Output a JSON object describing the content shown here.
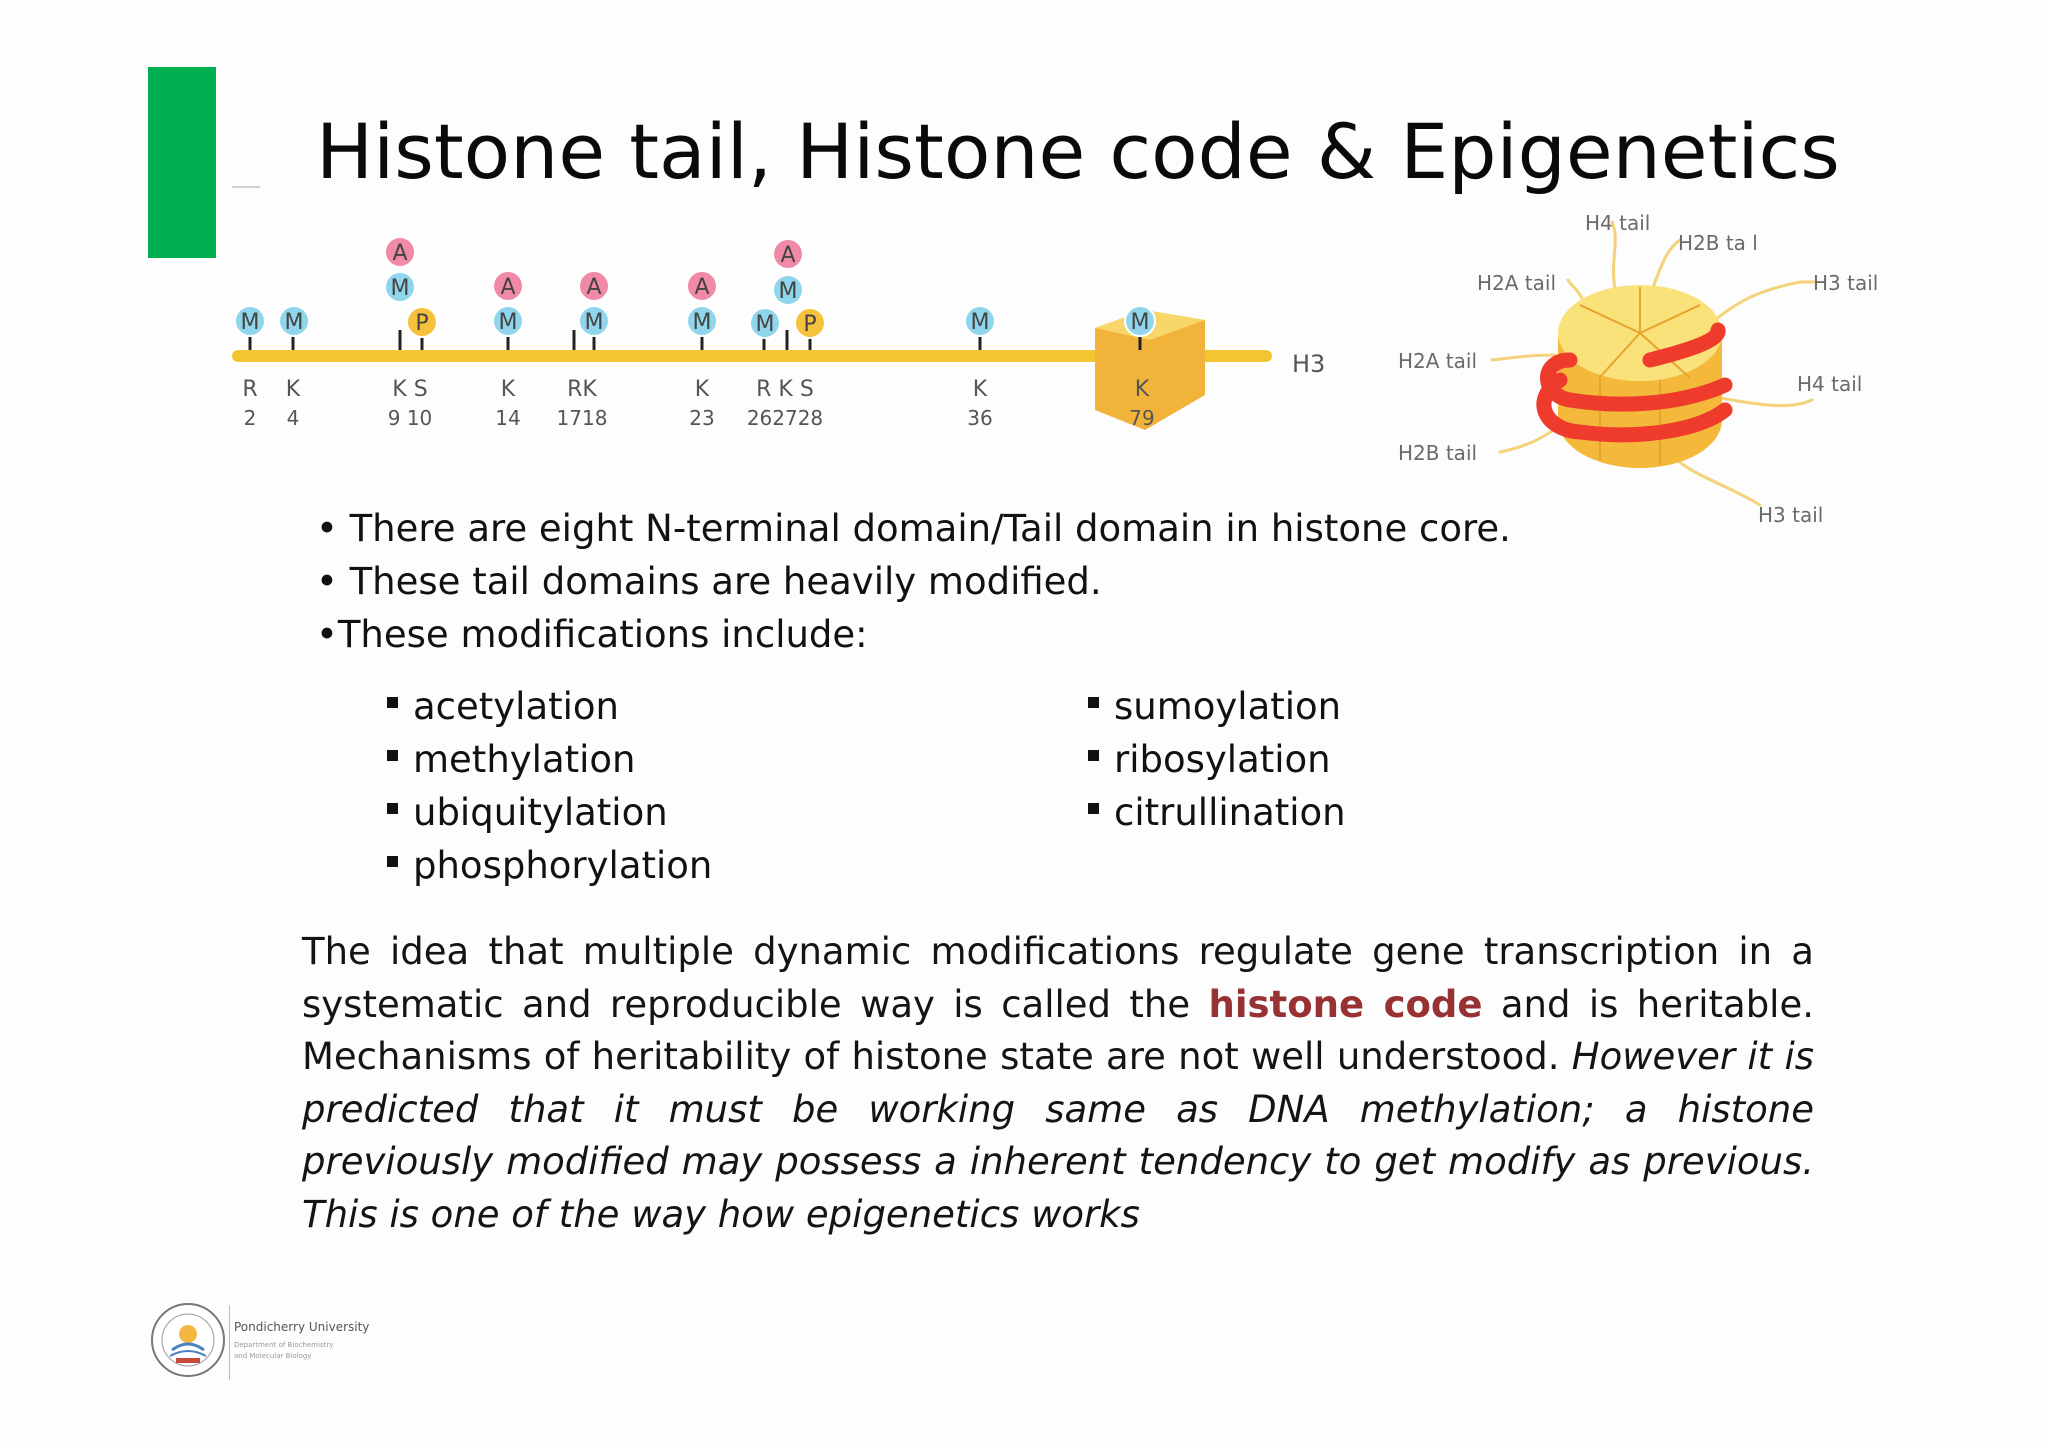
{
  "slide": {
    "title": "Histone tail, Histone code & Epigenetics",
    "accent_color": "#00b050"
  },
  "h3_figure": {
    "label": "H3",
    "colors": {
      "tail": "#f2c531",
      "acetyl": "#f08aa6",
      "methyl": "#8fd6ec",
      "phospho": "#f6c23e",
      "nucleosome": "#f2b33a"
    },
    "sites": [
      {
        "residue": "R",
        "number": "2",
        "marks": [
          "M"
        ]
      },
      {
        "residue": "K",
        "number": "4",
        "marks": [
          "M"
        ]
      },
      {
        "residue": "K S",
        "number": "9 10",
        "marks": [
          "A",
          "M",
          "P"
        ]
      },
      {
        "residue": "K",
        "number": "14",
        "marks": [
          "A",
          "M"
        ]
      },
      {
        "residue": "RK",
        "number": "1718",
        "marks": [
          "A",
          "M"
        ]
      },
      {
        "residue": "K",
        "number": "23",
        "marks": [
          "A",
          "M"
        ]
      },
      {
        "residue": "R K S",
        "number": "262728",
        "marks": [
          "A",
          "M",
          "M",
          "P"
        ]
      },
      {
        "residue": "K",
        "number": "36",
        "marks": [
          "M"
        ]
      },
      {
        "residue": "K",
        "number": "79",
        "marks": [
          "M"
        ]
      }
    ]
  },
  "nucleosome_figure": {
    "labels": {
      "h4_top": "H4 tail",
      "h2b_top": "H2B ta l",
      "h2a_top": "H2A tail",
      "h3_right": "H3 tail",
      "h2a_left": "H2A tail",
      "h4_right": "H4 tail",
      "h2b_left": "H2B tail",
      "h3_bottom": "H3 tail"
    },
    "colors": {
      "core": "#f6c43c",
      "dna": "#ee3b2b"
    }
  },
  "bullets": [
    "• There are eight N-terminal domain/Tail domain in histone core.",
    "• These tail domains are heavily modified.",
    "•These modifications include:"
  ],
  "modifications_left": [
    "acetylation",
    "methylation",
    "ubiquitylation",
    "phosphorylation"
  ],
  "modifications_right": [
    "sumoylation",
    "ribosylation",
    "citrullination"
  ],
  "paragraph": {
    "part1": "The idea that multiple dynamic modifications regulate gene transcription in a systematic and reproducible way is called the ",
    "highlight": "histone code",
    "part2": " and is heritable. Mechanisms of heritability of histone state are not well understood. ",
    "italic": "However it is predicted that it must be working same as DNA methylation; a histone previously modified may possess a inherent tendency to get modify as previous. This is one of the way how epigenetics works",
    "highlight_color": "#983232"
  },
  "footer": {
    "university": "Pondicherry University",
    "department_line1": "Department of Biochemistry",
    "department_line2": "and Molecular Biology"
  }
}
